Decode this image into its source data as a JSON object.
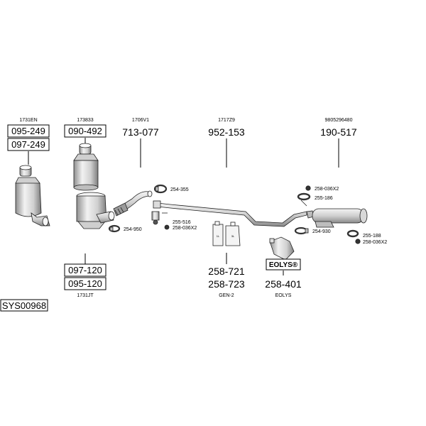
{
  "system_id": "SYS00968",
  "groups": {
    "g1": {
      "ref_top": "1731EN",
      "parts": [
        "095-249",
        "097-249"
      ]
    },
    "g2": {
      "ref_top": "173833",
      "parts": [
        "090-492"
      ],
      "parts_lower": [
        "097-120",
        "095-120"
      ],
      "ref_bottom": "1731JT"
    },
    "g3": {
      "ref_top": "1706V1",
      "part": "713-077"
    },
    "g4": {
      "ref_top": "1717Z9",
      "part": "952-153",
      "parts_lower": [
        "258-721",
        "258-723"
      ],
      "ref_bottom": "GEN-2"
    },
    "g5": {
      "ref_top": "9805296480",
      "part": "190-517"
    },
    "eolys": {
      "logo": "EOLYS®",
      "part": "258-401",
      "ref_bottom": "EOLYS"
    }
  },
  "callouts": [
    {
      "id": "c1",
      "text": "254-355"
    },
    {
      "id": "c2",
      "text": "254-950"
    },
    {
      "id": "c3",
      "text": "255-516"
    },
    {
      "id": "c4",
      "text": "258-036X2"
    },
    {
      "id": "c5",
      "text": "258-036X2"
    },
    {
      "id": "c6",
      "text": "255-186"
    },
    {
      "id": "c7",
      "text": "254-930"
    },
    {
      "id": "c8",
      "text": "255-188"
    },
    {
      "id": "c9",
      "text": "258-036X2"
    }
  ],
  "bottle_labels": [
    "1L",
    "3L"
  ],
  "colors": {
    "part_fill": "#e6e6e6",
    "part_shadow": "#9a9a9a",
    "ink": "#222222"
  }
}
